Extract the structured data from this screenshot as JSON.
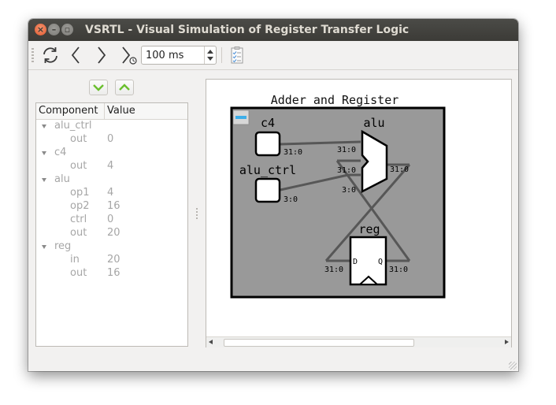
{
  "window": {
    "title": "VSRTL - Visual Simulation of Register Transfer Logic"
  },
  "toolbar": {
    "reset_icon": "refresh-icon",
    "back_icon": "chevron-left-icon",
    "forward_icon": "chevron-right-icon",
    "run_icon": "chevron-right-clock-icon",
    "interval_value": "100 ms",
    "extra_icon": "clipboard-checklist-icon"
  },
  "tree": {
    "headers": {
      "component": "Component",
      "value": "Value"
    },
    "rows": [
      {
        "name": "alu_ctrl",
        "value": ""
      },
      {
        "name": "out",
        "value": "0"
      },
      {
        "name": "c4",
        "value": ""
      },
      {
        "name": "out",
        "value": "4"
      },
      {
        "name": "alu",
        "value": ""
      },
      {
        "name": "op1",
        "value": "4"
      },
      {
        "name": "op2",
        "value": "16"
      },
      {
        "name": "ctrl",
        "value": "0"
      },
      {
        "name": "out",
        "value": "20"
      },
      {
        "name": "reg",
        "value": ""
      },
      {
        "name": "in",
        "value": "20"
      },
      {
        "name": "out",
        "value": "16"
      }
    ]
  },
  "design": {
    "title": "Adder and Register",
    "components": {
      "c4": {
        "label": "c4",
        "port_width": "31:0"
      },
      "alu_ctrl": {
        "label": "alu_ctrl",
        "port_width": "3:0"
      },
      "alu": {
        "label": "alu",
        "in1_width": "31:0",
        "in2_width": "31:0",
        "ctrl_width": "3:0",
        "out_width": "31:0"
      },
      "reg": {
        "label": "reg",
        "d_label": "D",
        "q_label": "Q",
        "in_width": "31:0",
        "out_width": "31:0"
      }
    }
  },
  "colors": {
    "accent": "#3daee9",
    "canvas_bg": "#999999",
    "wire": "#575757",
    "arrow_green": "#6abf2e"
  }
}
